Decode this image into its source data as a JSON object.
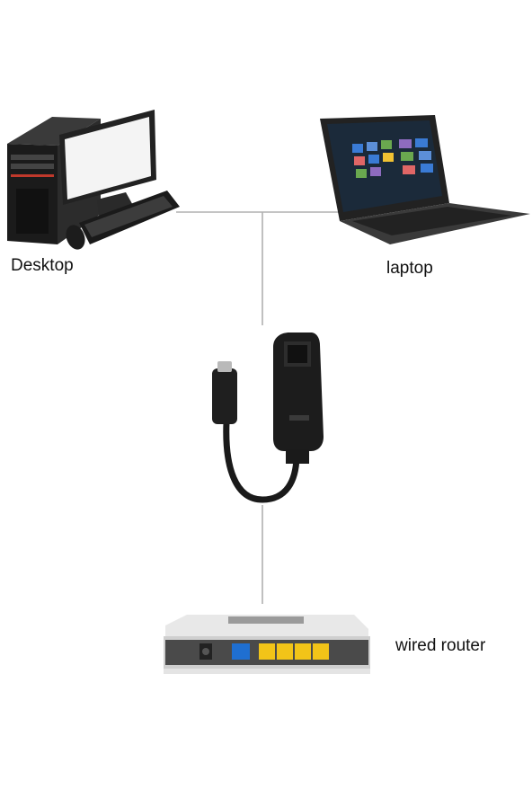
{
  "labels": {
    "desktop": "Desktop",
    "laptop": "laptop",
    "router": "wired router"
  },
  "colors": {
    "line": "#b0b0b0",
    "device_dark": "#1e1e1e",
    "port_yellow": "#f2c418",
    "port_blue": "#1f6fd1"
  }
}
